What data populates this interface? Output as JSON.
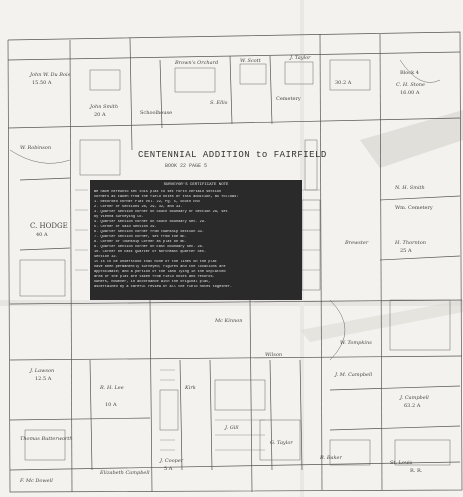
{
  "map": {
    "title": "CENTENNIAL ADDITION to FAIRFIELD",
    "subtitle": "BOOK 22    PAGE 5",
    "notes_header": "SURVEYOR'S CERTIFICATE NOTE",
    "notes_lines": [
      "We have hereunto set this plat to set forth certain section",
      "corners as taken from the field notes of this addition, as follows:",
      "1.  Recorded corner Plat Vol. 22, Pg. 5, South End",
      "2.  Corner of Sections 28, 29, 32, and 33.",
      "3.  Quarter Section corner on South boundary of Section 28, set",
      "    by Vienna Surveying Co.",
      "4.  Quarter section corner on South boundary Sec. 29.",
      "5.  Corner of said Section 29.",
      "6.  Quarter Section corner from township Section 33.",
      "7.  Quarter section corner, set from the NE.",
      "8.  Corner of Township Corner as plat on NE.",
      "9.  Quarter Section corner on East boundary Sec. 28.",
      "10. Corner on East Quarter of Northeast quarter Sec.",
      "    Section 32.",
      "    It is to be understood that none of the lines on the plat",
      "have been permanently surveyed; figures and the locations are",
      "approximate; and a portion of the land lying in the unplatted",
      "area of the plat are taken from field notes and records.",
      "Owners, however, in accordance with the original plat,",
      "ascertained by a careful review of all the field notes together."
    ],
    "labels": [
      "John W. Du Bois",
      "Brown's Orchard",
      "W. Scott",
      "J. Taylor",
      "Block 4",
      "C. H. Stone",
      "Cemetery",
      "S. Ellis",
      "C. HODGE",
      "W. Robinson",
      "N. H. Smith",
      "Wm. Cemetery",
      "H. Thornton",
      "J. Lawson",
      "J. Campbell",
      "Thomas Butterworth",
      "R. H. Lee",
      "Kirk",
      "J. Gill",
      "J. M. Campbell",
      "Wilson",
      "Mc Kinnon",
      "W. Tompkins",
      "Schoolhouse",
      "St. Louis",
      "R. R.",
      "B. Baker",
      "G. Taylor",
      "J. Cooper",
      "John Smith",
      "F. Mc Dowell",
      "Brewster",
      "Elizabeth Campbell"
    ],
    "acreage": [
      "15.50 A",
      "16.00 A",
      "40 A",
      "25 A",
      "12.5 A",
      "63.2 A",
      "10 A",
      "5 A",
      "20 A",
      "30.2 A"
    ]
  }
}
